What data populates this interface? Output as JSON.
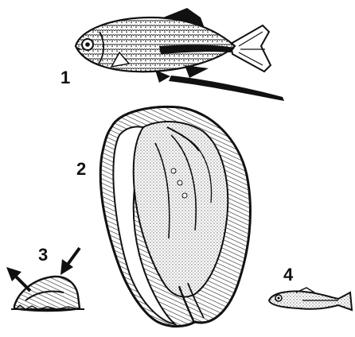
{
  "labels": {
    "fish": "1",
    "mussel": "2",
    "juvenile": "3",
    "glochidium_host": "4"
  },
  "colors": {
    "ink": "#111111",
    "paper": "#ffffff"
  },
  "icons": {
    "fish": "bitterling-fish-icon",
    "mussel": "freshwater-mussel-icon",
    "small_shell": "small-mussel-icon",
    "small_fish": "fry-icon",
    "arrow_out": "arrow-out-icon",
    "arrow_in": "arrow-in-icon"
  }
}
